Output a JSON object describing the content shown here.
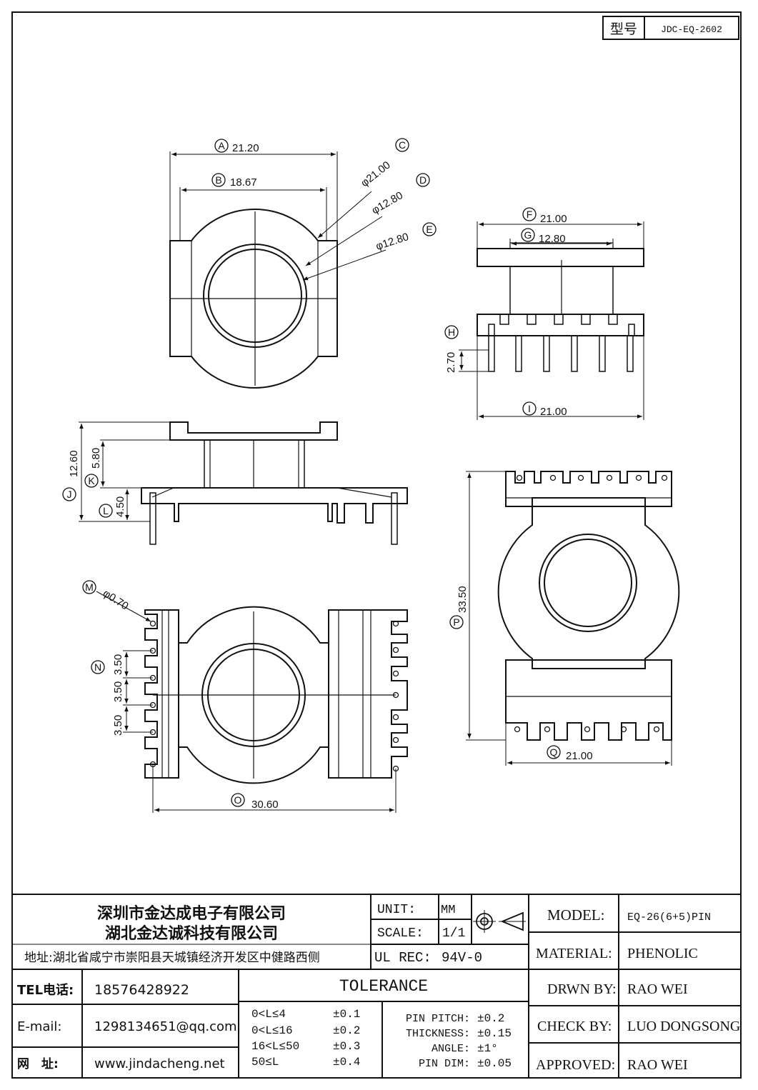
{
  "model_box": {
    "label": "型号",
    "value": "JDC-EQ-2602"
  },
  "dimensions": {
    "A": "21.20",
    "B": "18.67",
    "C": "φ21.00",
    "D": "φ12.80",
    "E": "φ12.80",
    "F": "21.00",
    "G": "12.80",
    "H": "2.70",
    "I": "21.00",
    "J": "12.60",
    "K": "5.80",
    "L": "4.50",
    "M": "φ0.70",
    "N1": "3.50",
    "N2": "3.50",
    "N3": "3.50",
    "O": "30.60",
    "P": "33.50",
    "Q": "21.00"
  },
  "company": {
    "name_1": "深圳市金达成电子有限公司",
    "name_2": "湖北金达诚科技有限公司",
    "address": "地址:湖北省咸宁市崇阳县天城镇经济开发区中健路西侧"
  },
  "contact": {
    "tel_label": "TEL电话:",
    "tel": "18576428922",
    "email_label": "E-mail:",
    "email": "1298134651@qq.com",
    "web_label": "网　址:",
    "web": "www.jindacheng.net"
  },
  "unit": {
    "label": "UNIT:",
    "value": "MM"
  },
  "scale": {
    "label": "SCALE:",
    "value": "1/1"
  },
  "ul_rec": {
    "label": "UL REC:",
    "value": "94V-0"
  },
  "tolerance": {
    "title": "TOLERANCE",
    "rows": [
      {
        "range": "0<L≤4",
        "tol": "±0.1"
      },
      {
        "range": "0<L≤16",
        "tol": "±0.2"
      },
      {
        "range": "16<L≤50",
        "tol": "±0.3"
      },
      {
        "range": "50≤L",
        "tol": "±0.4"
      }
    ],
    "extra": [
      {
        "label": "PIN PITCH:",
        "tol": "±0.2"
      },
      {
        "label": "THICKNESS:",
        "tol": "±0.15"
      },
      {
        "label": "ANGLE:",
        "tol": "±1°"
      },
      {
        "label": "PIN DIM:",
        "tol": "±0.05"
      }
    ]
  },
  "info": {
    "model_label": "MODEL:",
    "model": "EQ-26(6+5)PIN",
    "material_label": "MATERIAL:",
    "material": "PHENOLIC",
    "drawn_label": "DRWN BY:",
    "drawn": "RAO WEI",
    "check_label": "CHECK BY:",
    "check": "LUO DONGSONG",
    "approved_label": "APPROVED:",
    "approved": "RAO WEI"
  }
}
